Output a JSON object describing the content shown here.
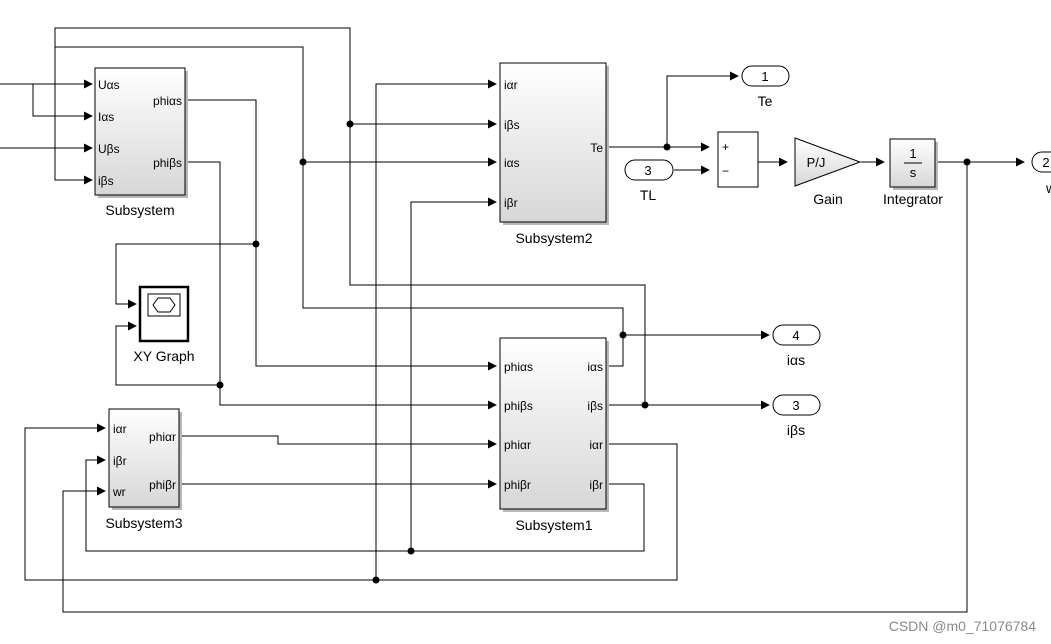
{
  "blocks": {
    "subsystem": {
      "name": "Subsystem",
      "inputs": [
        "Uαs",
        "Iαs",
        "Uβs",
        "iβs"
      ],
      "outputs": [
        "phiαs",
        "phiβs"
      ]
    },
    "subsystem2": {
      "name": "Subsystem2",
      "inputs": [
        "iαr",
        "iβs",
        "iαs",
        "iβr"
      ],
      "outputs": [
        "Te"
      ]
    },
    "subsystem1": {
      "name": "Subsystem1",
      "inputs": [
        "phiαs",
        "phiβs",
        "phiαr",
        "phiβr"
      ],
      "outputs": [
        "iαs",
        "iβs",
        "iαr",
        "iβr"
      ]
    },
    "subsystem3": {
      "name": "Subsystem3",
      "inputs": [
        "iαr",
        "iβr",
        "wr"
      ],
      "outputs": [
        "phiαr",
        "phiβr"
      ]
    },
    "xy_graph": {
      "name": "XY Graph"
    },
    "sum": {
      "signs": [
        "+",
        "−"
      ]
    },
    "gain": {
      "name": "Gain",
      "value": "P/J"
    },
    "integrator": {
      "name": "Integrator",
      "numerator": "1",
      "denominator": "s"
    }
  },
  "ports": {
    "out_te": {
      "number": "1",
      "label": "Te"
    },
    "in_tl": {
      "number": "3",
      "label": "TL"
    },
    "out_ias": {
      "number": "4",
      "label": "iαs"
    },
    "out_ibs": {
      "number": "3",
      "label": "iβs"
    },
    "out_w": {
      "number": "2",
      "label": "w"
    }
  },
  "watermark": "CSDN @m0_71076784"
}
